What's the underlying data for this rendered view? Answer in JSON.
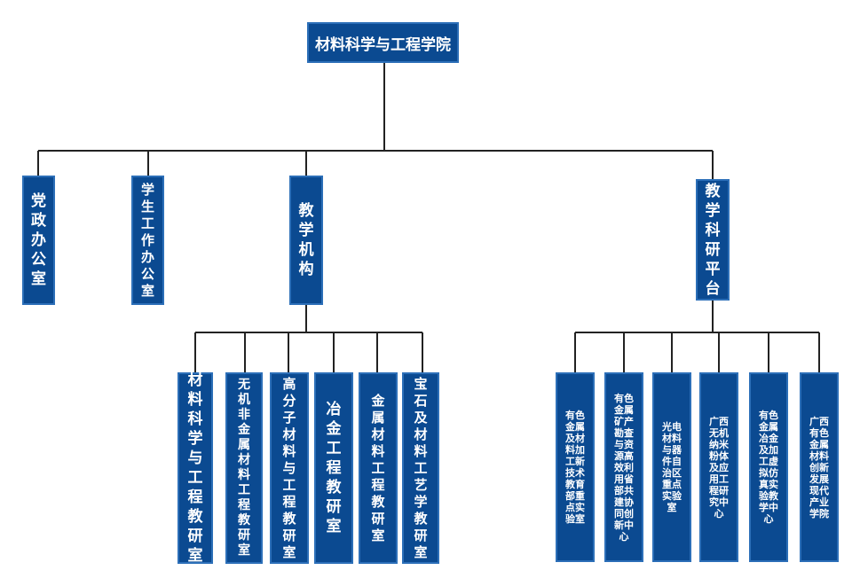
{
  "root": "材料科学与工程学院",
  "level1": {
    "party_office": "党政办公室",
    "student_office": "学生工作办公室",
    "teaching": "教学机构",
    "research": "教学科研平台"
  },
  "teaching_units": [
    "材料科学与工程教研室",
    "无机非金属材料工程教研室",
    "高分子材料与工程教研室",
    "冶金工程教研室",
    "金属材料工程教研室",
    "宝石及材料工艺学教研室"
  ],
  "research_units": [
    "有色金属及材料加工新技术教育部重点实验室",
    "有色金属矿产勘查与资源高效利用省部共建协同创新中心",
    "光电材料与器件自治区重点实验室",
    "广西无机纳米粉体及应用工程研究中心",
    "有色金属冶金及加工虚拟仿真实验教学中心",
    "广西有色金属材料创新发展现代产业学院"
  ],
  "colors": {
    "box": "#0b4a91",
    "border": "#2c6fb8",
    "line": "#222222"
  }
}
